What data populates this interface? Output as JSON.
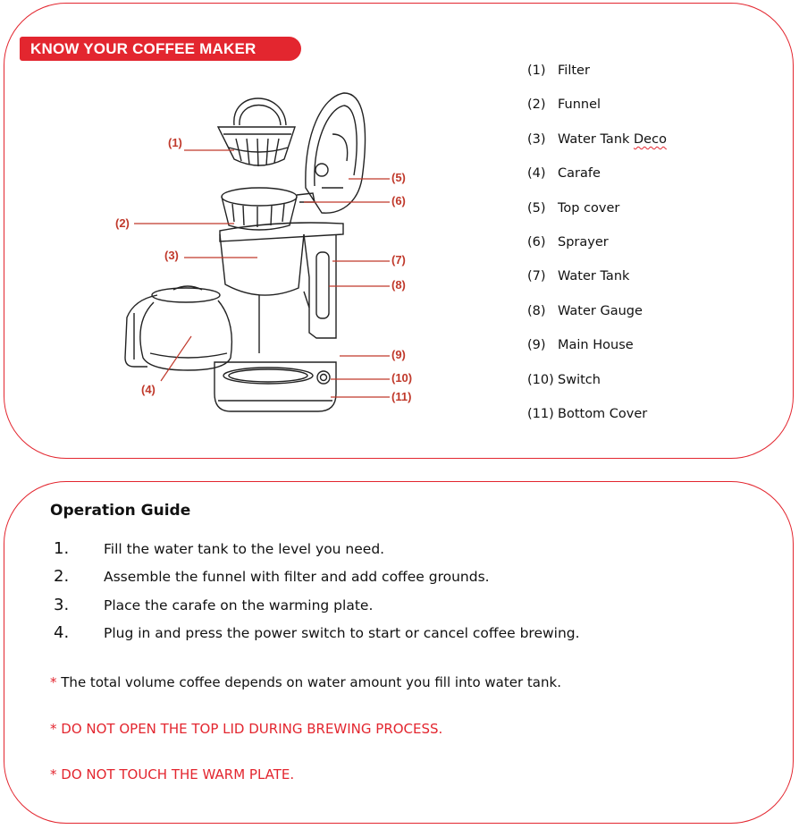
{
  "header": {
    "title": "KNOW YOUR COFFEE MAKER"
  },
  "parts": [
    {
      "num": "(1)",
      "label": "Filter"
    },
    {
      "num": "(2)",
      "label": "Funnel"
    },
    {
      "num": "(3)",
      "label": "Water Tank",
      "label_wavy": "Deco"
    },
    {
      "num": "(4)",
      "label": "Carafe"
    },
    {
      "num": "(5)",
      "label": "Top cover"
    },
    {
      "num": "(6)",
      "label": "Sprayer"
    },
    {
      "num": "(7)",
      "label": "Water Tank"
    },
    {
      "num": "(8)",
      "label": "Water Gauge"
    },
    {
      "num": "(9)",
      "label": "Main House"
    },
    {
      "num": "(10)",
      "label": "Switch"
    },
    {
      "num": "(11)",
      "label": "Bottom Cover"
    }
  ],
  "callouts": [
    "(1)",
    "(2)",
    "(3)",
    "(4)",
    "(5)",
    "(6)",
    "(7)",
    "(8)",
    "(9)",
    "(10)",
    "(11)"
  ],
  "guide": {
    "title": "Operation Guide",
    "steps": [
      {
        "num": "1.",
        "text": "Fill the water tank to the level you need."
      },
      {
        "num": "2.",
        "text": "Assemble the funnel with filter and add coffee grounds."
      },
      {
        "num": "3.",
        "text": "Place the carafe on the warming plate."
      },
      {
        "num": "4.",
        "text": "Plug in and press the power switch to start or cancel coffee brewing."
      }
    ],
    "notes": [
      {
        "star": "*",
        "text": " The total volume coffee depends on water amount you fill into water tank."
      },
      {
        "text": "* DO NOT OPEN THE TOP LID DURING BREWING PROCESS."
      },
      {
        "text": "* DO NOT TOUCH THE WARM PLATE."
      }
    ]
  },
  "colors": {
    "accent": "#e3262f",
    "callout": "#c0392b"
  }
}
